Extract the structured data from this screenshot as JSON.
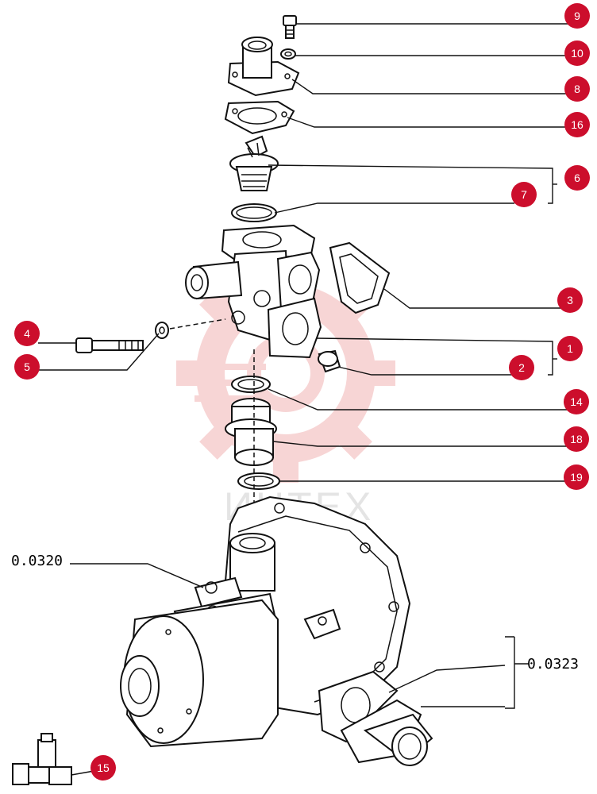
{
  "callouts": [
    {
      "num": "9"
    },
    {
      "num": "10"
    },
    {
      "num": "8"
    },
    {
      "num": "16"
    },
    {
      "num": "6"
    },
    {
      "num": "7"
    },
    {
      "num": "3"
    },
    {
      "num": "4"
    },
    {
      "num": "5"
    },
    {
      "num": "1"
    },
    {
      "num": "2"
    },
    {
      "num": "14"
    },
    {
      "num": "18"
    },
    {
      "num": "19"
    },
    {
      "num": "15"
    }
  ],
  "refs": {
    "pump_code": "0.0320",
    "outlet_code": "0.0323"
  },
  "watermark": {
    "text": "ИНТЕХ"
  },
  "colors": {
    "callout_fill": "#cc0e2c",
    "watermark": "#f1b4b4",
    "line": "#111111"
  }
}
